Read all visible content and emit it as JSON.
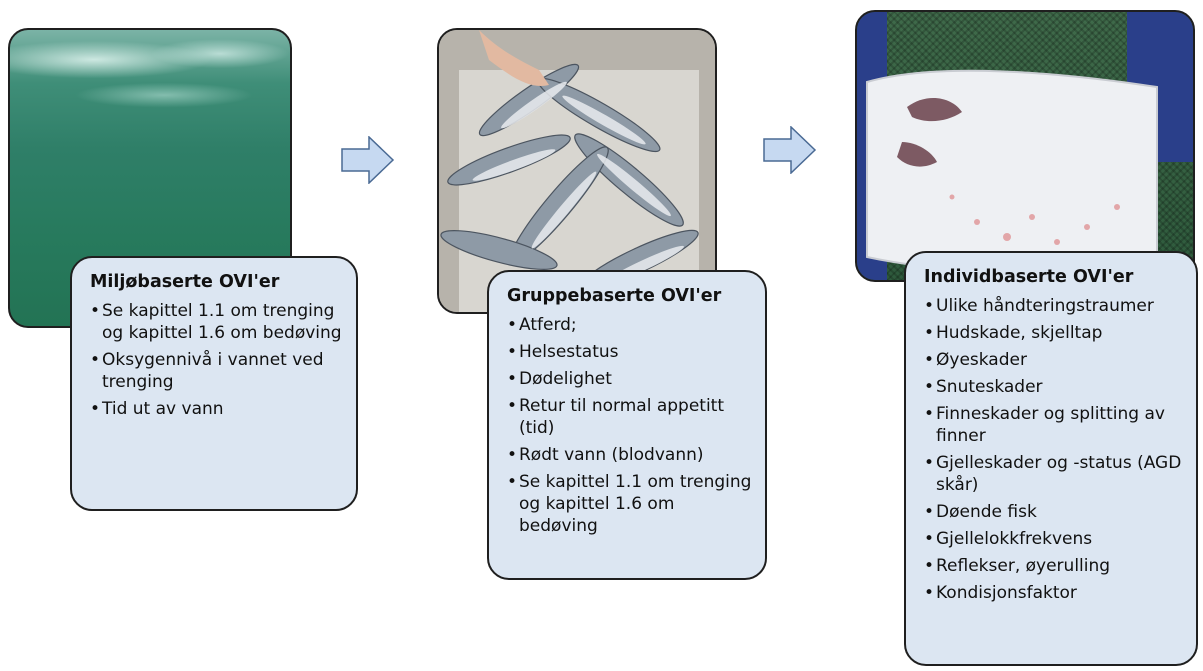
{
  "stages": [
    {
      "title": "Miljøbaserte OVI'er",
      "items": [
        "Se kapittel 1.1 om trenging og kapittel 1.6 om bedøving",
        "Oksygennivå i vannet ved trenging",
        "Tid ut av vann"
      ]
    },
    {
      "title": "Gruppebaserte OVI'er",
      "items": [
        "Atferd;",
        "Helsestatus",
        "Dødelighet",
        "Retur til normal appetitt (tid)",
        "Rødt vann (blodvann)",
        "Se kapittel 1.1 om trenging og kapittel 1.6 om bedøving"
      ]
    },
    {
      "title": "Individbaserte OVI'er",
      "items": [
        "Ulike håndteringstraumer",
        "Hudskade, skjelltap",
        "Øyeskader",
        "Snuteskader",
        "Finneskader og splitting av finner",
        "Gjelleskader og -status (AGD skår)",
        "Døende fisk",
        "Gjellelokkfrekvens",
        "Reflekser, øyerulling",
        "Kondisjonsfaktor"
      ]
    }
  ],
  "colors": {
    "box_fill": "#dce6f2",
    "arrow_fill": "#c6d9f1",
    "arrow_stroke": "#4a6a94",
    "border": "#1f1f1f"
  }
}
